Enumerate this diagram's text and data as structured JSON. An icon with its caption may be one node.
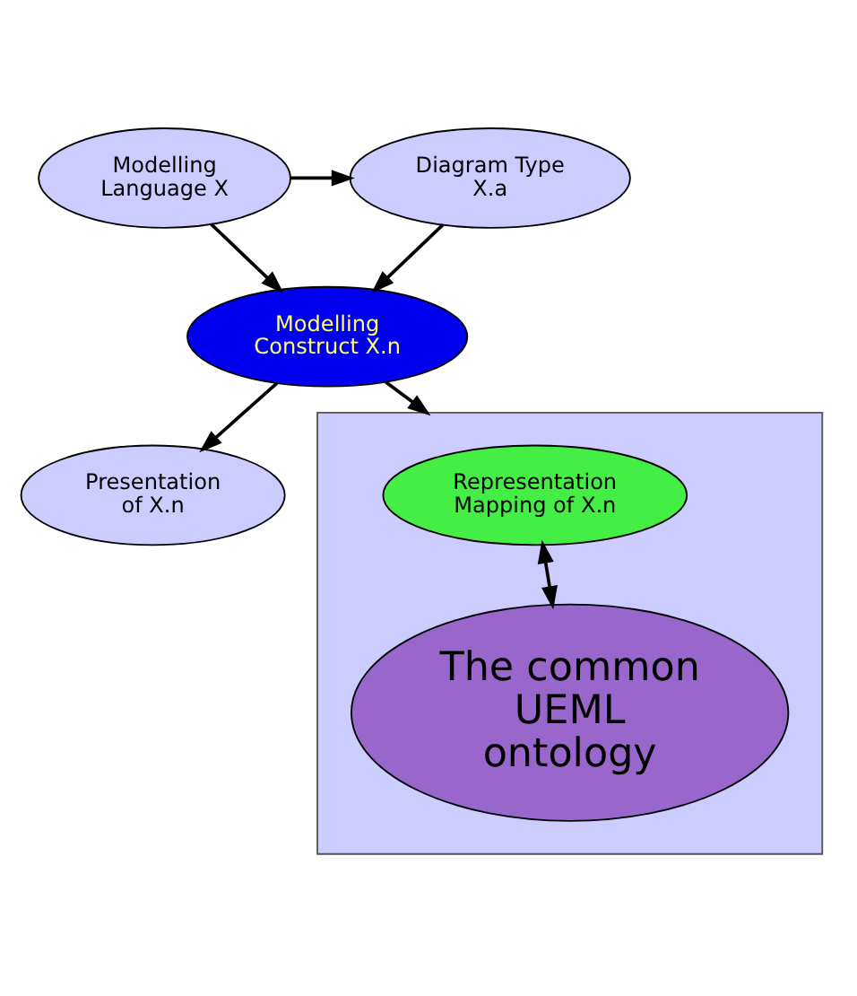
{
  "diagram": {
    "nodes": [
      {
        "text": [
          "Modelling Language X"
        ]
      },
      {
        "text": [
          "Diagram Type X.a"
        ]
      },
      {
        "text": [
          "Presentation of X.n"
        ]
      },
      {
        "text": [
          "Modelling Construct X.n"
        ]
      },
      {
        "text": [],
        "shape": "box"
      },
      {
        "text": [
          "Representation Mapping of X.n"
        ],
        "in": 4
      },
      {
        "text": [
          "The common UEML ontology"
        ],
        "in": 4
      }
    ],
    "edges": [
      {
        "from": 0,
        "to": 1,
        "arrow": "to"
      },
      {
        "from": 0,
        "to": 3,
        "arrow": "to"
      },
      {
        "from": 1,
        "to": 3,
        "arrow": "to"
      },
      {
        "from": 3,
        "to": 2,
        "arrow": "to"
      },
      {
        "from": 3,
        "to": 4,
        "arrow": "to"
      },
      {
        "from": 5,
        "to": 6,
        "arrow": "both"
      }
    ]
  }
}
